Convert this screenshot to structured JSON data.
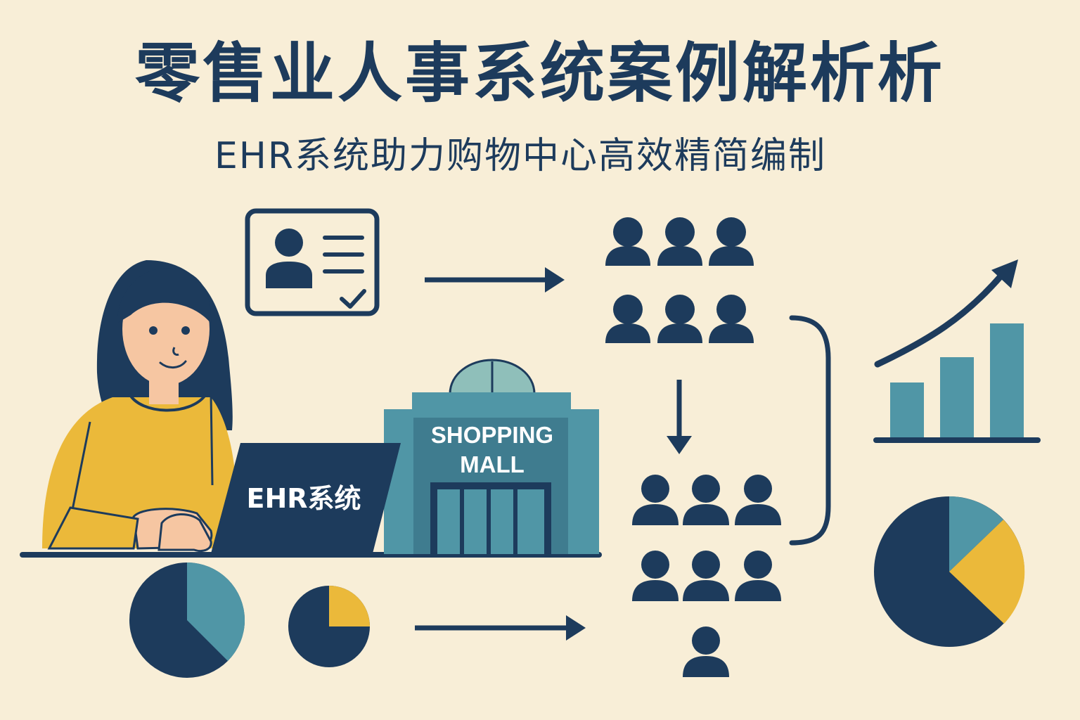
{
  "title": "零售业人事系统案例解析析",
  "subtitle": "EHR系统助力购物中心高效精简编制",
  "laptop_label": "EHR系统",
  "mall_sign_line1": "SHOPPING",
  "mall_sign_line2": "MALL",
  "icons": [
    "employee-id-card-icon",
    "people-group-icon",
    "growth-bar-chart-icon",
    "pie-chart-icon"
  ],
  "colors": {
    "background": "#f8eed7",
    "navy": "#1d3b5c",
    "teal": "#5096a6",
    "mustard": "#ebb93a",
    "skin": "#f6c6a2"
  }
}
